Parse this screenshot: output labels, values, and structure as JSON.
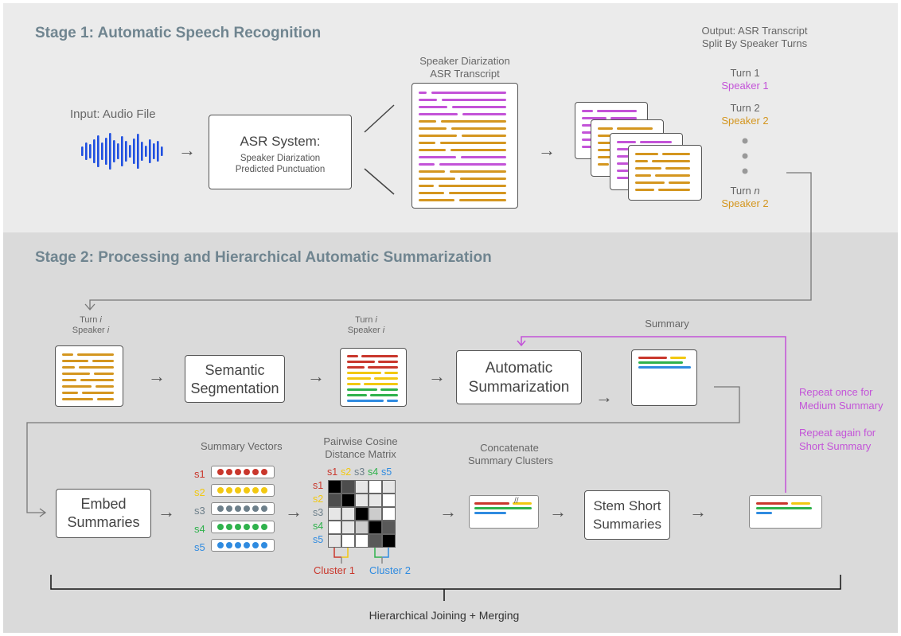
{
  "stage1": {
    "title": "Stage 1: Automatic Speech Recognition",
    "input_label": "Input: Audio File",
    "asr_box": {
      "title": "ASR System:",
      "line1": "Speaker Diarization",
      "line2": "Predicted Punctuation"
    },
    "transcript_label": [
      "Speaker Diarization",
      "ASR Transcript"
    ],
    "output_label": [
      "Output: ASR Transcript",
      "Split By Speaker Turns"
    ],
    "turns": [
      {
        "turn": "Turn 1",
        "speaker": "Speaker 1",
        "color": "#c353d8"
      },
      {
        "turn": "Turn 2",
        "speaker": "Speaker 2",
        "color": "#d4961f"
      },
      {
        "turn": "Turn",
        "turn_var": "n",
        "speaker": "Speaker 2",
        "color": "#d4961f"
      }
    ]
  },
  "stage2": {
    "title": "Stage 2: Processing and Hierarchical Automatic Summarization",
    "turn_label": {
      "turn": "Turn",
      "var": "i",
      "speaker": "Speaker",
      "speaker_var": "i"
    },
    "semantic_box": [
      "Semantic",
      "Segmentation"
    ],
    "auto_box": [
      "Automatic",
      "Summarization"
    ],
    "summary_label": "Summary",
    "repeat_text": [
      "Repeat once for",
      "Medium Summary",
      "Repeat again for",
      "Short Summary"
    ],
    "embed_box": [
      "Embed",
      "Summaries"
    ],
    "summary_vectors_label": "Summary Vectors",
    "vectors": [
      {
        "label": "s1",
        "color": "#c9372c"
      },
      {
        "label": "s2",
        "color": "#f2c811"
      },
      {
        "label": "s3",
        "color": "#6d7f8a"
      },
      {
        "label": "s4",
        "color": "#2fb24c"
      },
      {
        "label": "s5",
        "color": "#2f8be0"
      }
    ],
    "matrix_label": [
      "Pairwise Cosine",
      "Distance Matrix"
    ],
    "matrix_cells": [
      [
        0,
        0.3,
        0.9,
        1,
        0.9
      ],
      [
        0.3,
        0,
        0.9,
        0.9,
        1
      ],
      [
        0.9,
        0.9,
        0,
        0.8,
        1
      ],
      [
        1,
        0.9,
        0.8,
        0,
        0.35
      ],
      [
        0.9,
        1,
        1,
        0.35,
        0
      ]
    ],
    "clusters": [
      {
        "label": "Cluster 1",
        "color": "#c9372c"
      },
      {
        "label": "Cluster 2",
        "color": "#2f8be0"
      }
    ],
    "concat_label": [
      "Concatenate",
      "Summary Clusters"
    ],
    "stem_box": [
      "Stem Short",
      "Summaries"
    ],
    "bottom_label": "Hierarchical Joining + Merging"
  },
  "colors": {
    "purple": "#c353d8",
    "orange": "#d4961f",
    "blue_wave": "#1f4fe0",
    "red": "#c9372c",
    "yellow": "#f2c811",
    "green": "#2fb24c",
    "blue": "#2f8be0",
    "title": "#708590"
  }
}
